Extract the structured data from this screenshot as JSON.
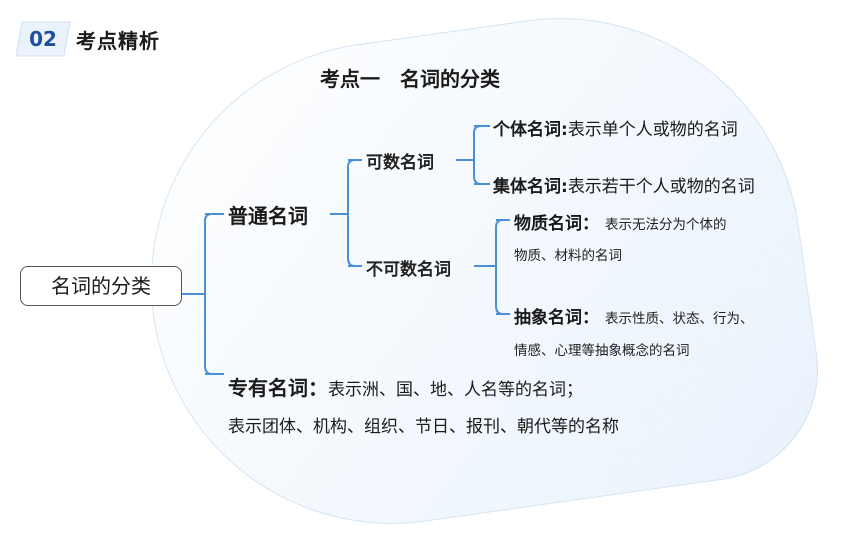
{
  "header": {
    "section_number": "02",
    "section_title": "考点精析"
  },
  "main_title": "考点一　名词的分类",
  "diagram": {
    "root": "名词的分类",
    "common": {
      "label": "普通名词",
      "countable": {
        "label": "可数名词",
        "individual": {
          "term": "个体名词:",
          "desc": "表示单个人或物的名词"
        },
        "collective": {
          "term": "集体名词:",
          "desc": "表示若干个人或物的名词"
        }
      },
      "uncountable": {
        "label": "不可数名词",
        "material": {
          "term": "物质名词：",
          "desc_line1": "表示无法分为个体的",
          "desc_line2": "物质、材料的名词"
        },
        "abstract": {
          "term": "抽象名词：",
          "desc_line1": "表示性质、状态、行为、",
          "desc_line2": "情感、心理等抽象概念的名词"
        }
      }
    },
    "proper": {
      "term": "专有名词：",
      "desc_line1": "表示洲、国、地、人名等的名词；",
      "desc_line2": "表示团体、机构、组织、节日、报刊、朝代等的名称"
    }
  },
  "colors": {
    "connector": "#4a90d9",
    "badge_text": "#1f4f9c"
  }
}
